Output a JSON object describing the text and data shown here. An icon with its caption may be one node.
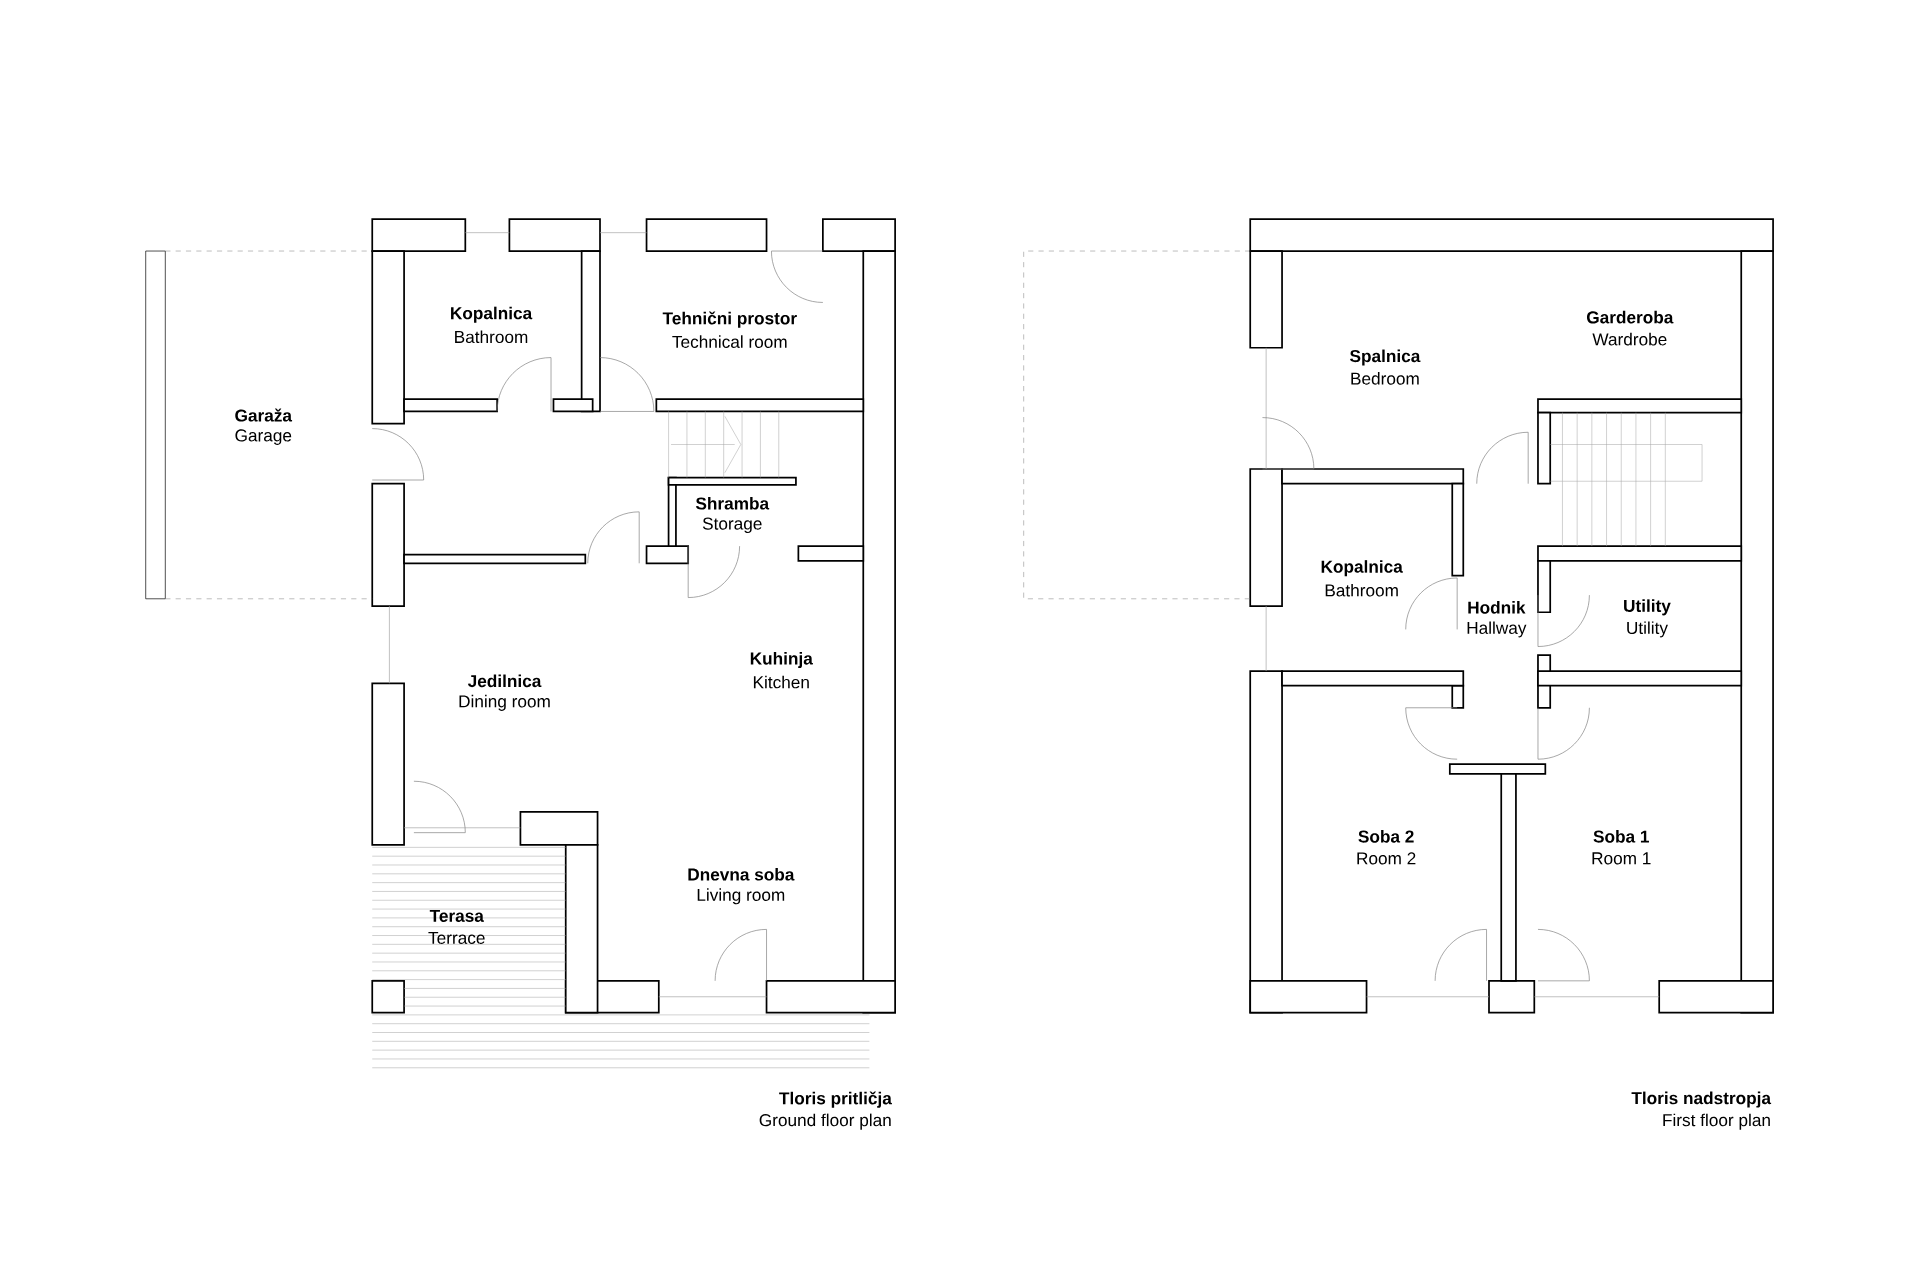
{
  "diagram": {
    "labels": [
      "Garaža",
      "Garage",
      "Kopalnica",
      "Bathroom",
      "Tehnični prostor",
      "Technical room",
      "Shramba",
      "Storage",
      "Jedilnica",
      "Dining room",
      "Kuhinja",
      "Kitchen",
      "Dnevna soba",
      "Living room",
      "Terasa",
      "Terrace",
      "Tloris pritličja",
      "Ground floor plan",
      "Spalnica",
      "Bedroom",
      "Garderoba",
      "Wardrobe",
      "Kopalnica",
      "Bathroom",
      "Hodnik",
      "Hallway",
      "Utility",
      "Utility",
      "Soba 2",
      "Room 2",
      "Soba 1",
      "Room 1",
      "Tloris nadstropja",
      "First floor plan"
    ]
  }
}
